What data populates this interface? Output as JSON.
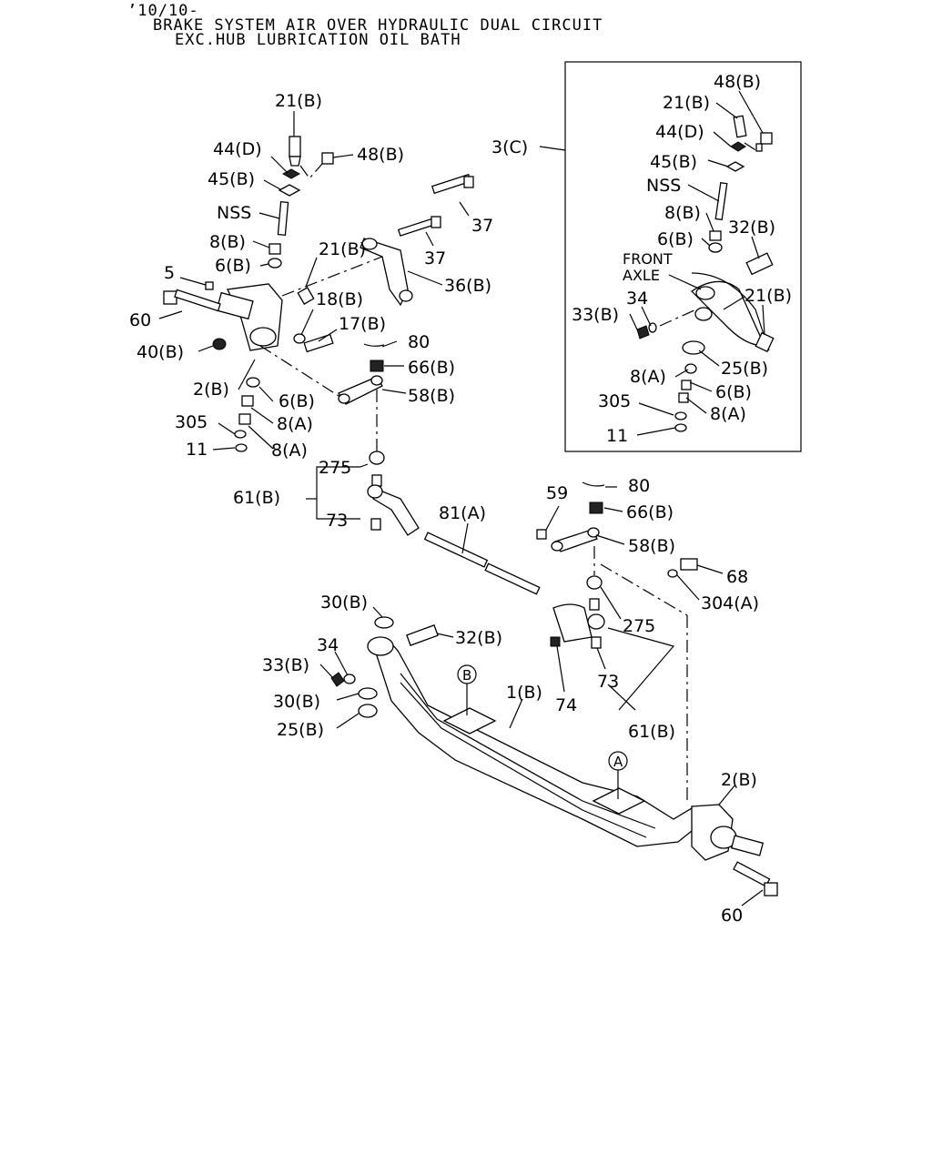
{
  "header": {
    "line1": "’10/10-",
    "line2": "BRAKE SYSTEM AIR OVER HYDRAULIC DUAL CIRCUIT",
    "line3": "EXC.HUB LUBRICATION OIL BATH"
  },
  "inset": {
    "ref_label": "3(C)",
    "front_axle": [
      "FRONT",
      "AXLE"
    ]
  },
  "labels": {
    "l21b_top": "21(B)",
    "l44d": "44(D)",
    "l48b": "48(B)",
    "l45b": "45(B)",
    "lnss": "NSS",
    "l8b": "8(B)",
    "l21b_mid": "21(B)",
    "l6b": "6(B)",
    "l5": "5",
    "l18b": "18(B)",
    "l17b": "17(B)",
    "l60_top": "60",
    "l40b": "40(B)",
    "l80_top": "80",
    "l66b_top": "66(B)",
    "l2b_left": "2(B)",
    "l6b_low": "6(B)",
    "l58b_top": "58(B)",
    "l305": "305",
    "l8a_1": "8(A)",
    "l11": "11",
    "l8a_2": "8(A)",
    "l37_a": "37",
    "l37_b": "37",
    "l36b": "36(B)",
    "l275_top": "275",
    "l61b_top": "61(B)",
    "l73_top": "73",
    "l81a": "81(A)",
    "l59": "59",
    "l80_mid": "80",
    "l66b_mid": "66(B)",
    "l58b_mid": "58(B)",
    "l68": "68",
    "l304a": "304(A)",
    "l275_mid": "275",
    "l30b_top": "30(B)",
    "l32b": "32(B)",
    "l34": "34",
    "l33b": "33(B)",
    "l30b_low": "30(B)",
    "l25b": "25(B)",
    "l1b": "1(B)",
    "l74": "74",
    "l73_mid": "73",
    "l61b_mid": "61(B)",
    "lb_circle": "B",
    "la_circle": "A",
    "l2b_right": "2(B)",
    "l60_bot": "60",
    "i48b": "48(B)",
    "i21b_top": "21(B)",
    "i44d": "44(D)",
    "i45b": "45(B)",
    "inss": "NSS",
    "i8b": "8(B)",
    "i32b": "32(B)",
    "i6b": "6(B)",
    "i34": "34",
    "i33b": "33(B)",
    "i21b_mid": "21(B)",
    "i25b": "25(B)",
    "i8a_1": "8(A)",
    "i6b_low": "6(B)",
    "i305": "305",
    "i8a_2": "8(A)",
    "i11": "11"
  }
}
